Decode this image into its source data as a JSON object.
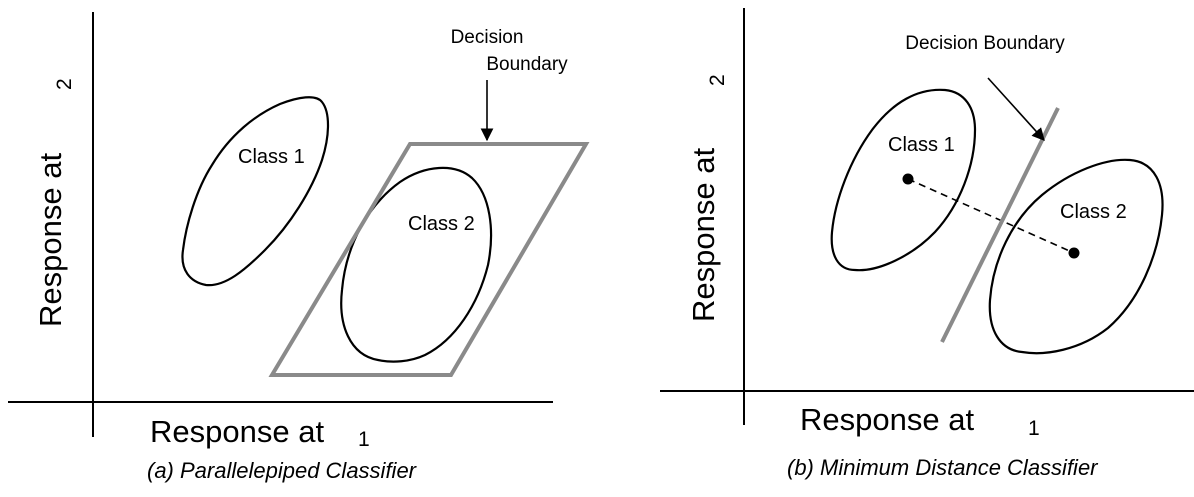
{
  "panels": [
    {
      "axis_x_label": "Response at",
      "axis_x_subscript": "1",
      "axis_y_label": "Response at",
      "axis_y_subscript": "2",
      "class1_label": "Class 1",
      "class2_label": "Class 2",
      "boundary_label_line1": "Decision",
      "boundary_label_line2": "Boundary",
      "caption": "(a) Parallelepiped Classifier"
    },
    {
      "axis_x_label": "Response at",
      "axis_x_subscript": "1",
      "axis_y_label": "Response at",
      "axis_y_subscript": "2",
      "class1_label": "Class 1",
      "class2_label": "Class 2",
      "boundary_label": "Decision Boundary",
      "caption": "(b) Minimum Distance Classifier"
    }
  ],
  "colors": {
    "boundary": "#8a8a8a",
    "ink": "#000000"
  }
}
